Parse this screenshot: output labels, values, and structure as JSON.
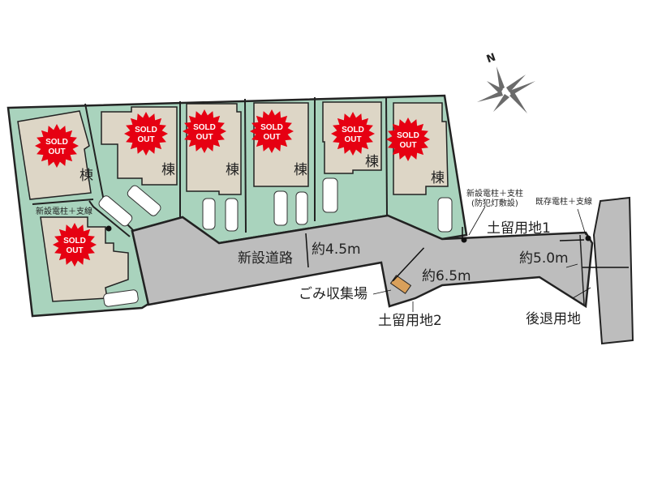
{
  "compass": {
    "north_label": "N"
  },
  "lots": [
    {
      "suffix": "棟",
      "status": "SOLD OUT"
    },
    {
      "suffix": "棟",
      "status": "SOLD OUT"
    },
    {
      "suffix": "棟",
      "status": "SOLD OUT"
    },
    {
      "suffix": "棟",
      "status": "SOLD OUT"
    },
    {
      "suffix": "棟",
      "status": "SOLD OUT"
    },
    {
      "suffix": "棟",
      "status": "SOLD OUT"
    },
    {
      "suffix": "",
      "status": "SOLD OUT"
    }
  ],
  "sold_line1": "SOLD",
  "sold_line2": "OUT",
  "labels": {
    "new_road": "新設道路",
    "width_road": "約4.5m",
    "width_mid": "約6.5m",
    "width_right": "約5.0m",
    "garbage": "ごみ収集場",
    "retaining1": "土留用地1",
    "retaining2": "土留用地2",
    "setback": "後退用地",
    "new_pole_support": "新設電柱＋支柱",
    "crime_light": "(防犯灯敷設)",
    "existing_pole": "既存電柱＋支線",
    "new_pole_wire": "新設電柱＋支線"
  },
  "colors": {
    "lot": "#a9d3bd",
    "house": "#ddd6c6",
    "road": "#bdbdbd",
    "sold": "#e60012",
    "garbage": "#d9a05b"
  }
}
